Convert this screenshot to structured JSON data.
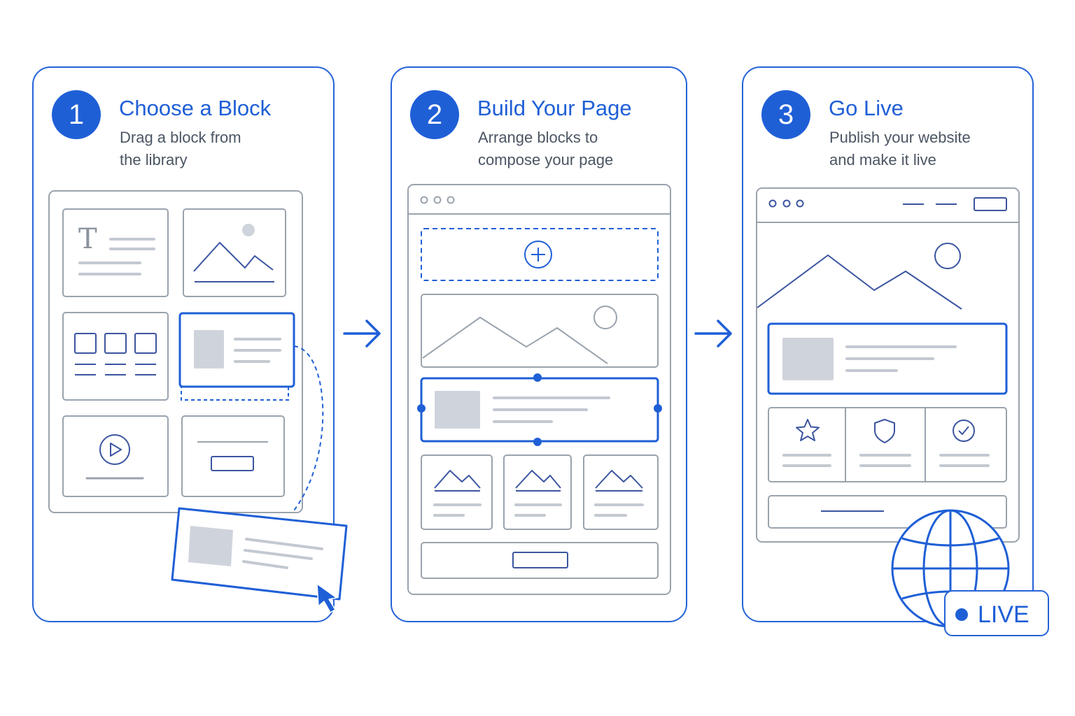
{
  "steps": [
    {
      "number": "1",
      "title": "Choose a Block",
      "description": "Drag a block from\nthe library"
    },
    {
      "number": "2",
      "title": "Build Your Page",
      "description": "Arrange blocks to\ncompose your page"
    },
    {
      "number": "3",
      "title": "Go Live",
      "description": "Publish your website\nand make it live"
    }
  ],
  "block_library": {
    "text_block_glyph": "T",
    "blocks": [
      "text-block",
      "image-block",
      "columns-block",
      "card-block",
      "video-block",
      "button-block"
    ]
  },
  "status_badge": {
    "label": "LIVE"
  },
  "icons": [
    "plus-icon",
    "star-icon",
    "shield-icon",
    "check-icon",
    "globe-icon",
    "cursor-icon",
    "play-icon"
  ],
  "colors": {
    "accent": "#1f5fd6",
    "outline": "#2563d8",
    "wireframe": "#9aa3ad",
    "placeholder": "#cfd4dc"
  }
}
